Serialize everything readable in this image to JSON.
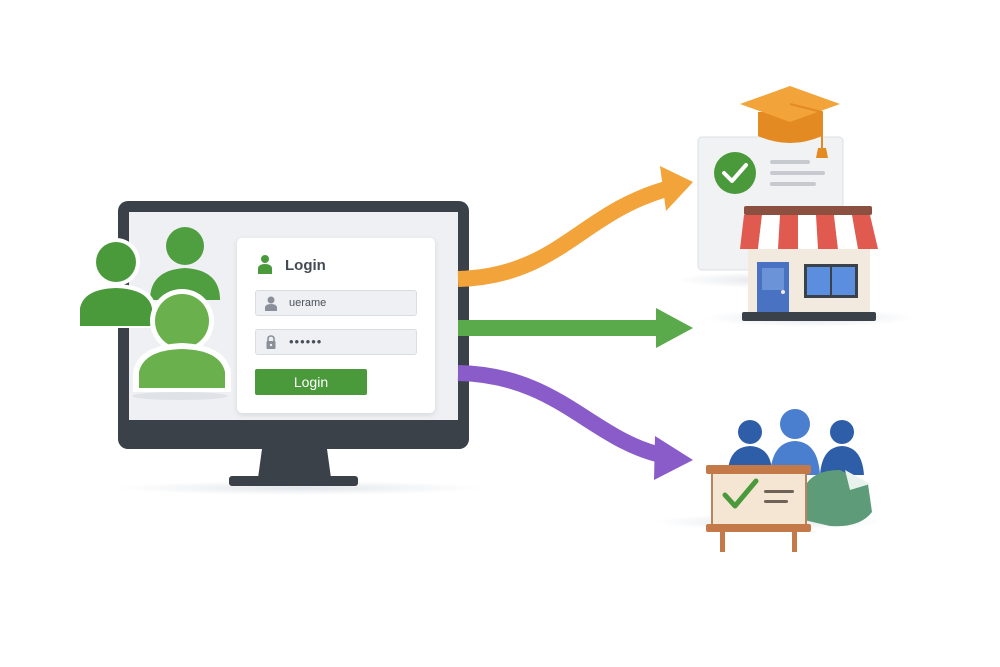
{
  "login_form": {
    "title": "Login",
    "username_value": "uerame",
    "password_value": "••••••",
    "button_label": "Login"
  },
  "icons": {
    "user_group": "users-icon",
    "destinations": [
      "graduation-certificate-icon",
      "storefront-icon",
      "team-meeting-board-icon"
    ]
  },
  "colors": {
    "arrow_top": "#f2a33a",
    "arrow_middle": "#5aa94a",
    "arrow_bottom": "#8a5cc9",
    "login_button": "#4a9a3c",
    "user_green": "#4f9f40"
  }
}
